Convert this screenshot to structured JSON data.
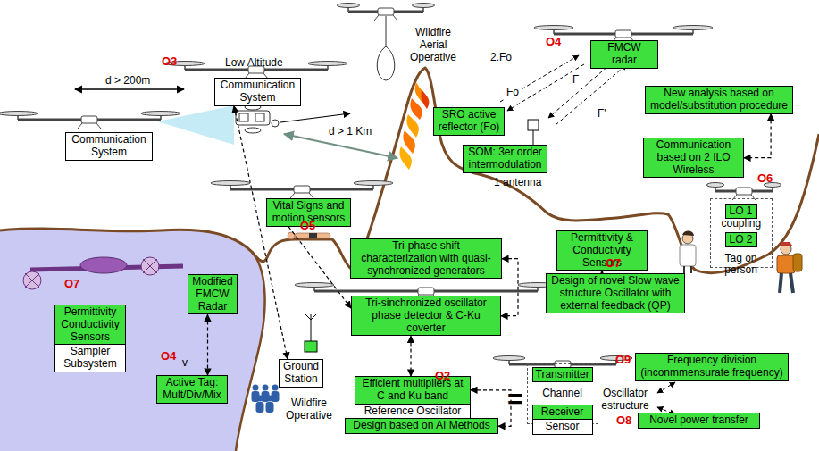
{
  "diagram": {
    "nodes": [
      {
        "text": [
          "Communication System"
        ]
      },
      {
        "text": [
          "Communication System"
        ]
      },
      {
        "text": [
          "FMCW radar"
        ]
      },
      {
        "text": [
          "SRO active reflector (Fo)"
        ]
      },
      {
        "text": [
          "New analysis based on model/substitution procedure"
        ]
      },
      {
        "text": [
          "SOM: 3er order intermodulation"
        ]
      },
      {
        "text": [
          "Communication based on 2 ILO Wireless"
        ]
      },
      {
        "text": [
          "Vital Signs and motion sensors"
        ]
      },
      {
        "text": [
          "coupling",
          "Tag on person"
        ]
      },
      {
        "text": [
          "LO 1"
        ],
        "in": 8
      },
      {
        "text": [
          "LO 2"
        ],
        "in": 8
      },
      {
        "text": [
          "Permittivity & Conductivity Sensors"
        ]
      },
      {
        "text": [
          "Tri-phase shift characterization with quasi-synchronized generators"
        ]
      },
      {
        "text": [
          "Design of novel Slow wave structure Oscillator with external feedback (QP)"
        ]
      },
      {
        "text": [
          "Modified FMCW Radar"
        ]
      },
      {
        "text": [
          "Permittivity Conductivity Sensors"
        ]
      },
      {
        "text": [
          "Sampler Subsystem"
        ]
      },
      {
        "text": [
          "Tri-sinchronized oscillator phase detector & C-Ku coverter"
        ]
      },
      {
        "text": [
          "Frequency division (inconmmensurate frequency)"
        ]
      },
      {
        "text": [
          "Channel"
        ]
      },
      {
        "text": [
          "Transmitter"
        ],
        "in": 19
      },
      {
        "text": [
          "Receiver"
        ],
        "in": 19
      },
      {
        "text": [
          "Sensor"
        ],
        "in": 19
      },
      {
        "text": [
          "Ground Station"
        ]
      },
      {
        "text": [
          "Active Tag: Mult/Div/Mix"
        ]
      },
      {
        "text": [
          "Efficient multipliers at C and Ku band"
        ]
      },
      {
        "text": [
          "Reference Oscillator"
        ]
      },
      {
        "text": [
          "Design based on AI Methods"
        ]
      },
      {
        "text": [
          "Novel power transfer"
        ]
      }
    ],
    "edges": [
      {
        "from": 4,
        "to": 6,
        "arrow": "both"
      },
      {
        "from": 11,
        "to": 13,
        "arrow": "both"
      },
      {
        "from": 12,
        "to": 17,
        "arrow": "both"
      },
      {
        "from": 17,
        "to": 25,
        "arrow": "both"
      },
      {
        "from": 25,
        "to": 27,
        "arrow": "both"
      },
      {
        "from": 14,
        "to": 24,
        "arrow": "both"
      },
      {
        "from": 0,
        "to": 23,
        "arrow": "both"
      },
      {
        "from": 7,
        "to": 17,
        "arrow": "to"
      }
    ],
    "labels": [
      "Low Altitude",
      "d > 200m",
      "O3",
      "Wildfire Aerial Operative",
      "d > 1 Km",
      "2.Fo",
      "Fo",
      "O4",
      "F",
      "F'",
      "1 antenna",
      "O6",
      "O5",
      "O7",
      "O7",
      "O4",
      "v",
      "O2",
      "Wildfire Operative",
      "O9",
      "=",
      "Oscillator estructure",
      "O8"
    ]
  }
}
